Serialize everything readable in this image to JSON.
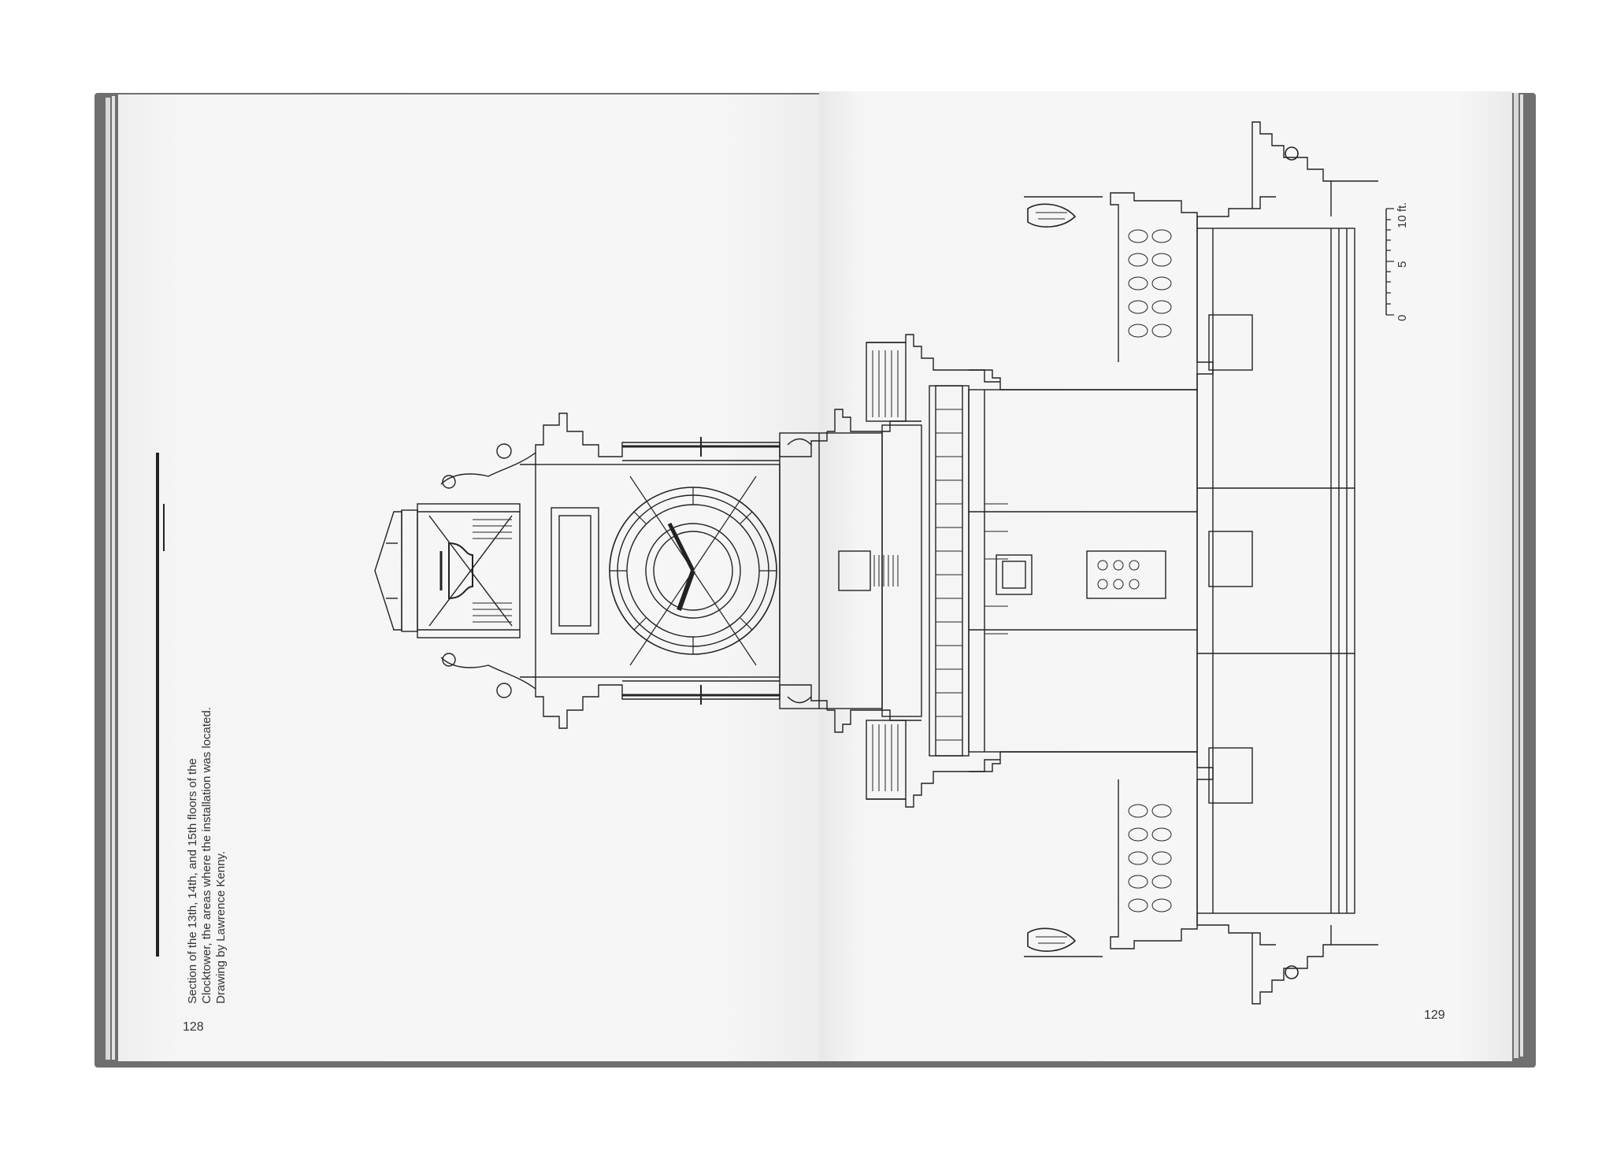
{
  "spread": {
    "left_page": {
      "caption": "Section of the 13th, 14th, and 15th floors of the Clocktower, the areas where the installation was located. Drawing by Lawrence Kenny.",
      "page_number": "128"
    },
    "right_page": {
      "page_number": "129"
    },
    "scale_bar": {
      "labels": [
        "0",
        "5",
        "10 ft."
      ]
    }
  }
}
